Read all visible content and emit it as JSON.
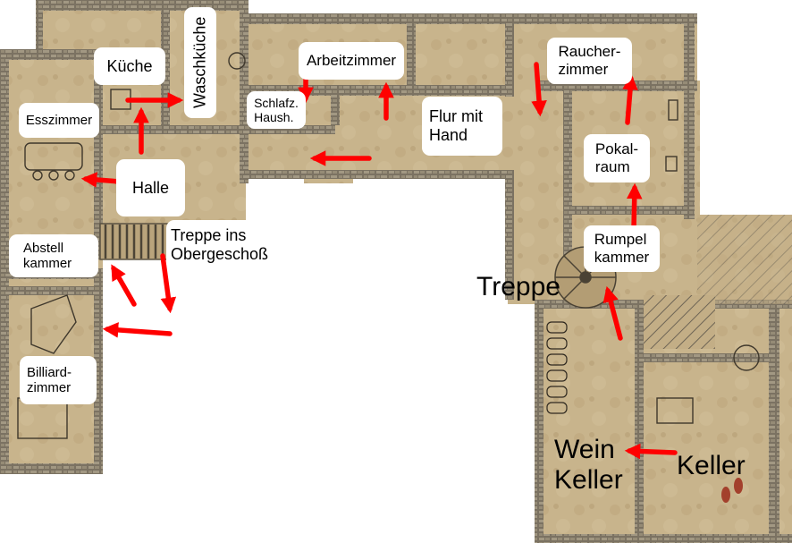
{
  "colors": {
    "parchment": "#c9b48c",
    "parchment_dark": "#b39a6c",
    "wall": "#6f6656",
    "wall_light": "#9a917e",
    "arrow": "#ff0000",
    "label_bg": "#ffffff"
  },
  "rooms": {
    "kueche": "Küche",
    "waschkueche": "Waschküche",
    "arbeitszimmer": "Arbeitzimmer",
    "raucherzimmer": "Raucher-\nzimmer",
    "schlafzimmer_haushaelterin": "Schlafz.\nHaush.",
    "esszimmer": "Esszimmer",
    "flur": "Flur mit\nHand",
    "pokalraum": "Pokal-\nraum",
    "halle": "Halle",
    "treppe_obergeschoss": "Treppe ins\nObergeschoß",
    "abstellkammer": "Abstell\nkammer",
    "rumpelkammer": "Rumpel\nkammer",
    "treppe": "Treppe",
    "billiardzimmer": "Billiard-\nzimmer",
    "weinkeller": "Wein\nKeller",
    "keller": "Keller"
  },
  "arrows": [
    "halle-to-kueche",
    "kueche-to-waschkueche",
    "halle-to-esszimmer",
    "treppe-to-abstellkammer",
    "treppe-down",
    "halle-to-billiardzimmer",
    "flur-to-schlafzimmer",
    "flur-to-arbeitszimmer-down",
    "flur-to-arbeitszimmer-up",
    "flur-to-stair",
    "pokalraum-to-raucherzimmer",
    "rumpelkammer-to-pokalraum",
    "keller-to-treppe",
    "keller-to-weinkeller"
  ]
}
